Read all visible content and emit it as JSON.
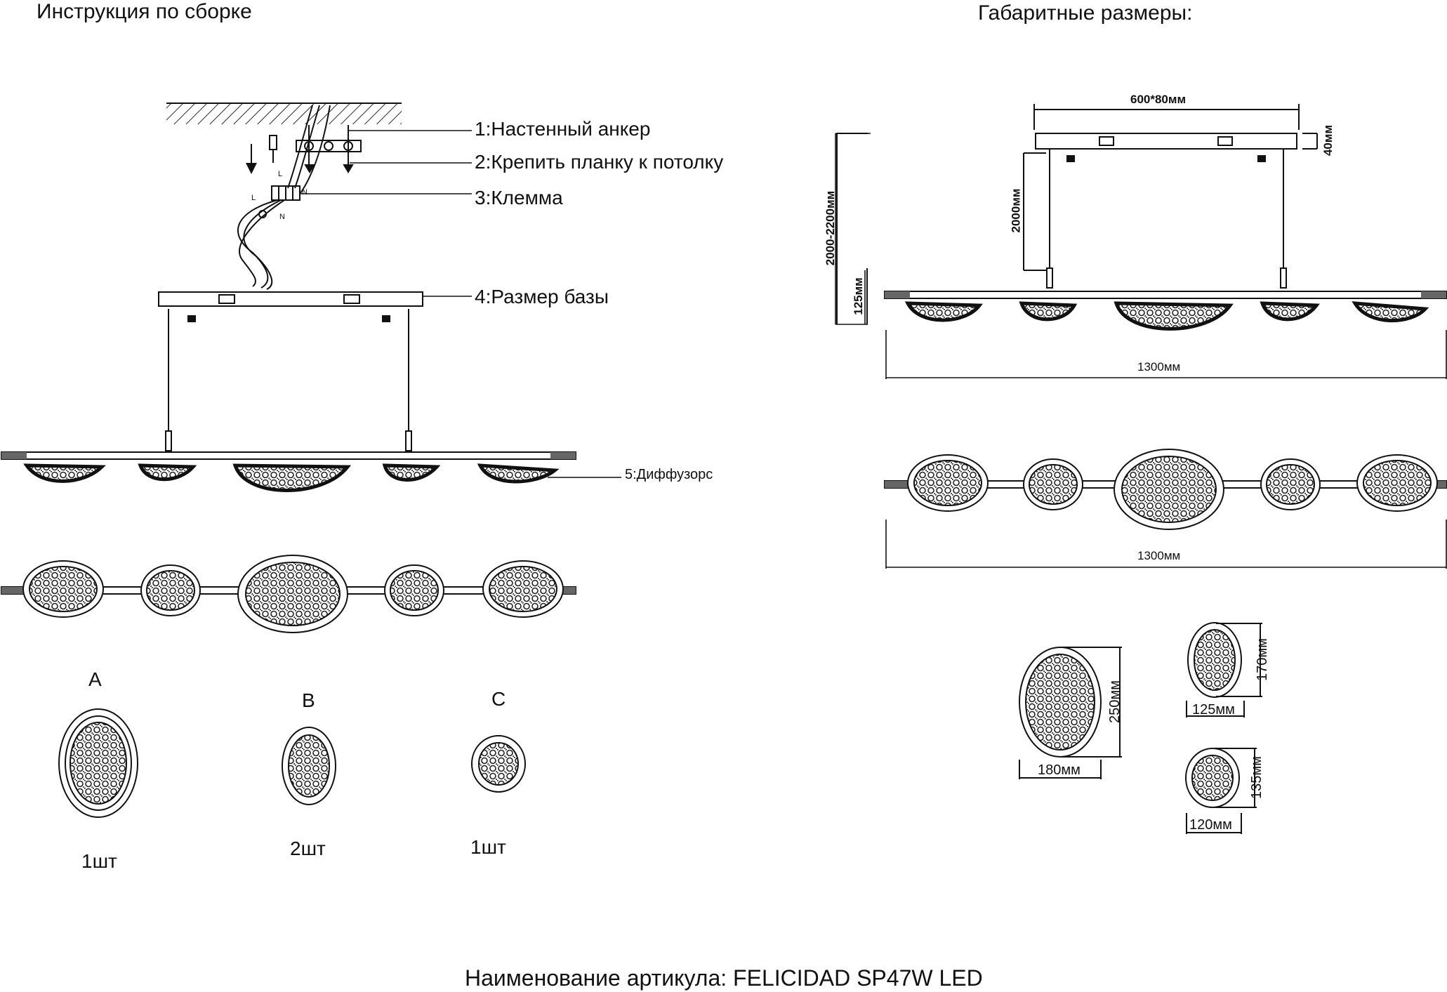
{
  "headings": {
    "assembly": "Инструкция по сборке",
    "dimensions": "Габаритные размеры:"
  },
  "callouts": {
    "c1": "1:Настенный анкер",
    "c2": "2:Крепить планку к потолку",
    "c3": "3:Клемма",
    "c4": "4:Размер базы",
    "c5": "5:Диффузорс"
  },
  "wire_marks": {
    "l1": "L",
    "n1": "N",
    "l2": "L",
    "n2": "N"
  },
  "pieces": [
    {
      "letter": "A",
      "qty": "1шт"
    },
    {
      "letter": "B",
      "qty": "2шт"
    },
    {
      "letter": "C",
      "qty": "1шт"
    }
  ],
  "dimensions": {
    "base": "600*80мм",
    "base_height": "40мм",
    "suspension": "2000мм",
    "total_height": "2000-2200мм",
    "body_height": "125мм",
    "length_side": "1300мм",
    "length_top": "1300мм",
    "large_h": "250мм",
    "large_w": "180мм",
    "medium_h": "170мм",
    "medium_w": "125мм",
    "small_h": "135мм",
    "small_w": "120мм"
  },
  "footer": "Наименование артикула: FELICIDAD SP47W LED"
}
